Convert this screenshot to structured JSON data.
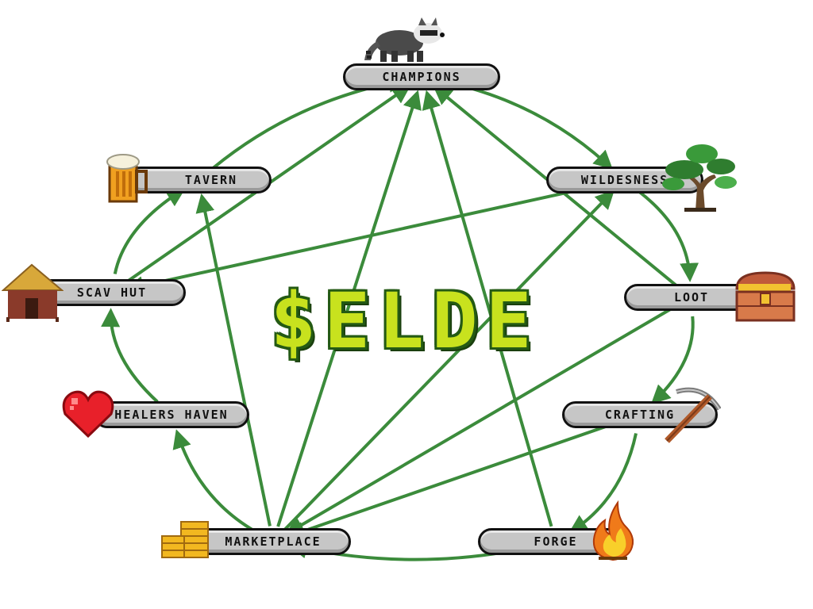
{
  "title": "$ELDE",
  "colors": {
    "arrow": "#3b8b3b",
    "pill": "#c6c6c6",
    "title_fill": "#c8e21e",
    "title_outline": "#245a14"
  },
  "nodes": {
    "champions": {
      "label": "CHAMPIONS",
      "icon": "raccoon-icon"
    },
    "tavern": {
      "label": "TAVERN",
      "icon": "beer-mug-icon"
    },
    "wildesness": {
      "label": "WILDESNESS",
      "icon": "bonsai-tree-icon"
    },
    "scav_hut": {
      "label": "SCAV HUT",
      "icon": "hut-icon"
    },
    "loot": {
      "label": "LOOT",
      "icon": "treasure-chest-icon"
    },
    "healers_haven": {
      "label": "HEALERS HAVEN",
      "icon": "heart-icon"
    },
    "crafting": {
      "label": "CRAFTING",
      "icon": "pickaxe-icon"
    },
    "marketplace": {
      "label": "MARKETPLACE",
      "icon": "gold-coins-icon"
    },
    "forge": {
      "label": "FORGE",
      "icon": "fire-icon"
    }
  },
  "edges": [
    {
      "from": "tavern",
      "to": "champions"
    },
    {
      "from": "champions",
      "to": "wildesness"
    },
    {
      "from": "wildesness",
      "to": "loot"
    },
    {
      "from": "loot",
      "to": "crafting"
    },
    {
      "from": "crafting",
      "to": "forge"
    },
    {
      "from": "forge",
      "to": "marketplace"
    },
    {
      "from": "marketplace",
      "to": "healers_haven"
    },
    {
      "from": "healers_haven",
      "to": "scav_hut"
    },
    {
      "from": "scav_hut",
      "to": "tavern"
    },
    {
      "from": "scav_hut",
      "to": "champions"
    },
    {
      "from": "wildesness",
      "to": "scav_hut"
    },
    {
      "from": "loot",
      "to": "champions"
    },
    {
      "from": "marketplace",
      "to": "champions"
    },
    {
      "from": "forge",
      "to": "champions"
    },
    {
      "from": "marketplace",
      "to": "tavern"
    },
    {
      "from": "marketplace",
      "to": "wildesness"
    },
    {
      "from": "loot",
      "to": "marketplace"
    },
    {
      "from": "crafting",
      "to": "marketplace"
    }
  ]
}
